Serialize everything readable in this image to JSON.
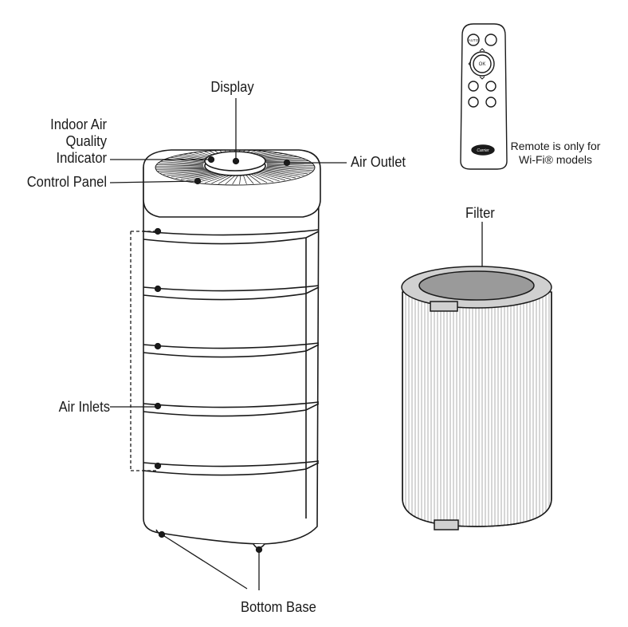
{
  "labels": {
    "display": "Display",
    "iaq_line1": "Indoor Air",
    "iaq_line2": "Quality",
    "iaq_line3": "Indicator",
    "control_panel": "Control Panel",
    "air_outlet": "Air Outlet",
    "air_inlets": "Air Inlets",
    "bottom_base": "Bottom Base",
    "filter": "Filter"
  },
  "remote": {
    "note_line1": "Remote is only for",
    "note_line2": "Wi-Fi® models",
    "auto_label": "AUTO",
    "ok_label": "OK",
    "brand": "Carrier"
  },
  "colors": {
    "line": "#1a1a1a",
    "filter_top": "#c9c9c9",
    "filter_inner": "#9a9a9a",
    "body_fill": "#ffffff"
  }
}
